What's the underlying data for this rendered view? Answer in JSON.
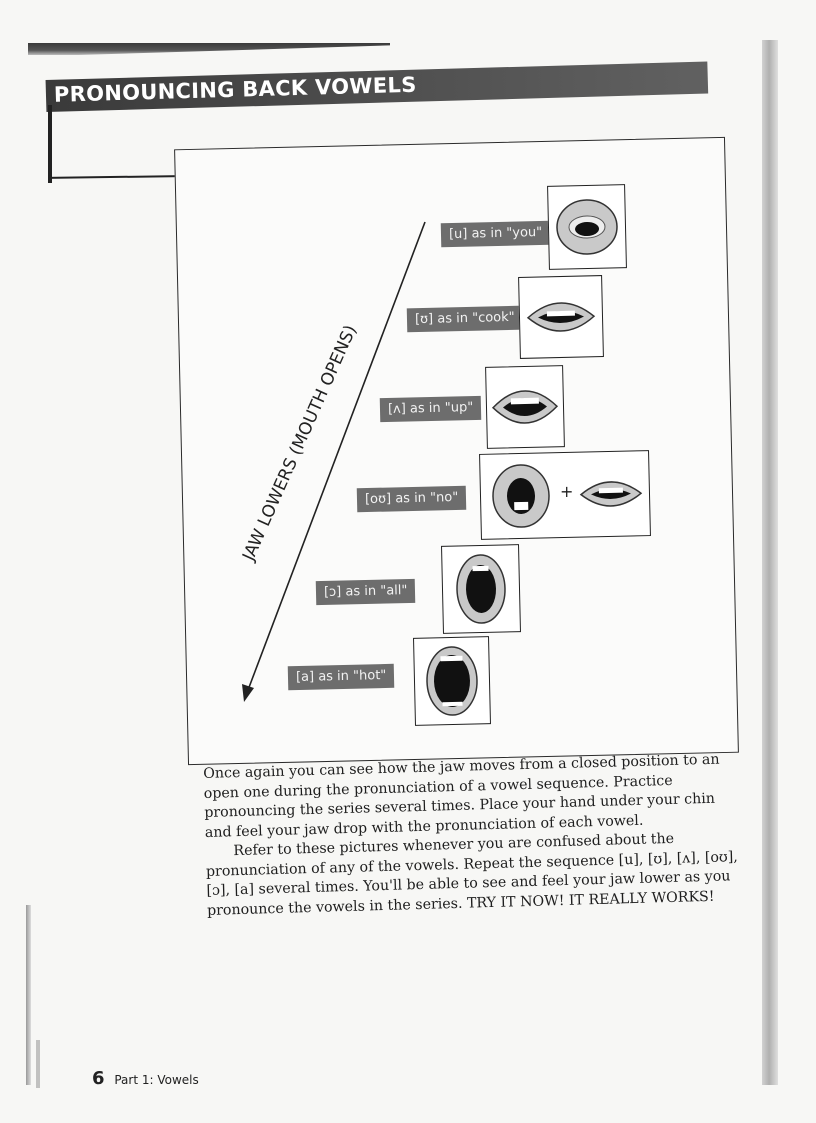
{
  "heading": "PRONOUNCING BACK VOWELS",
  "diagram": {
    "arrow_label": "JAW LOWERS (MOUTH OPENS)",
    "plus": "+",
    "vowels": [
      {
        "label": "[u] as in \"you\"",
        "mouth": "rounded-small-opening-icon"
      },
      {
        "label": "[ʊ] as in \"cook\"",
        "mouth": "slightly-open-teeth-icon"
      },
      {
        "label": "[ʌ] as in \"up\"",
        "mouth": "open-teeth-icon"
      },
      {
        "label": "[oʊ] as in \"no\"",
        "mouth": "rounded-then-closing-icon"
      },
      {
        "label": "[ɔ] as in \"all\"",
        "mouth": "open-rounded-icon"
      },
      {
        "label": "[a] as in \"hot\"",
        "mouth": "wide-open-icon"
      }
    ]
  },
  "body": {
    "paragraph1": "Once again you can see how the jaw moves from a closed position to an open one during the pronunciation of a vowel sequence. Practice pronouncing the series several times. Place your hand under your chin and feel your jaw drop with the pronunciation of each vowel.",
    "paragraph2": "Refer to these pictures whenever you are confused about the pronunciation of any of the vowels. Repeat the sequence [u], [ʊ], [ʌ], [oʊ], [ɔ], [a] several times. You'll be able to see and feel your jaw lower as you pronounce the vowels in the series. TRY IT NOW! IT REALLY WORKS!"
  },
  "footer": {
    "page_number": "6",
    "section": "Part 1: Vowels"
  }
}
